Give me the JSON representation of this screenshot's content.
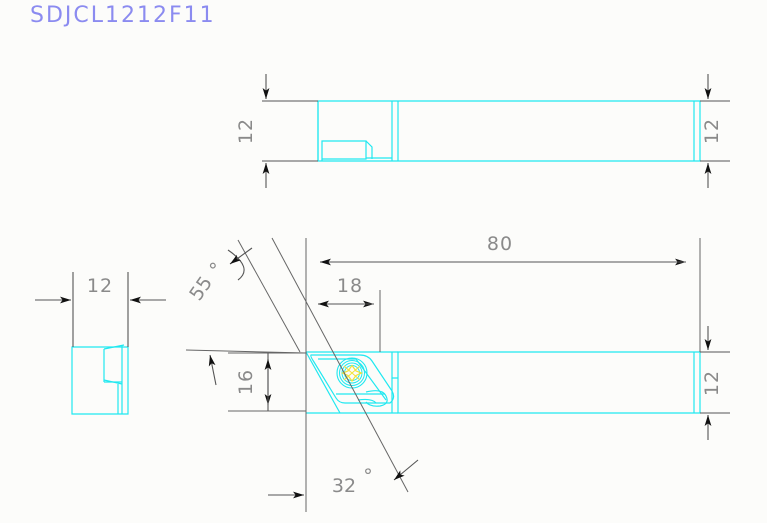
{
  "drawing": {
    "title": "SDJCL1212F11",
    "title_color": "#8b8bf0",
    "part_line_color": "#20e8f0",
    "dimension_line_color": "#555555",
    "dimension_text_color": "#8a8a8a",
    "screw_accent_color": "#f2e23a",
    "background_color": "#fcfcfa"
  },
  "dimensions": {
    "top_view_height_left": "12",
    "top_view_height_right": "12",
    "end_view_width": "12",
    "main_overall_length": "80",
    "main_head_length": "18",
    "main_head_height": "16",
    "main_shank_height": "12",
    "lead_angle": "55°",
    "clearance_angle": "32°"
  },
  "labels": {
    "deg_symbol": "°",
    "v55": "55",
    "v32": "32",
    "v80": "80",
    "v18": "18",
    "v16": "16",
    "v12a": "12",
    "v12b": "12",
    "v12c": "12",
    "v12d": "12"
  },
  "views": [
    {
      "name": "top-view",
      "description": "plan view of tool holder shank with insert pocket notch"
    },
    {
      "name": "end-view",
      "description": "left end section view showing 12 mm square shank"
    },
    {
      "name": "front-view",
      "description": "side view with insert, screw, 80 mm length and angles"
    }
  ]
}
